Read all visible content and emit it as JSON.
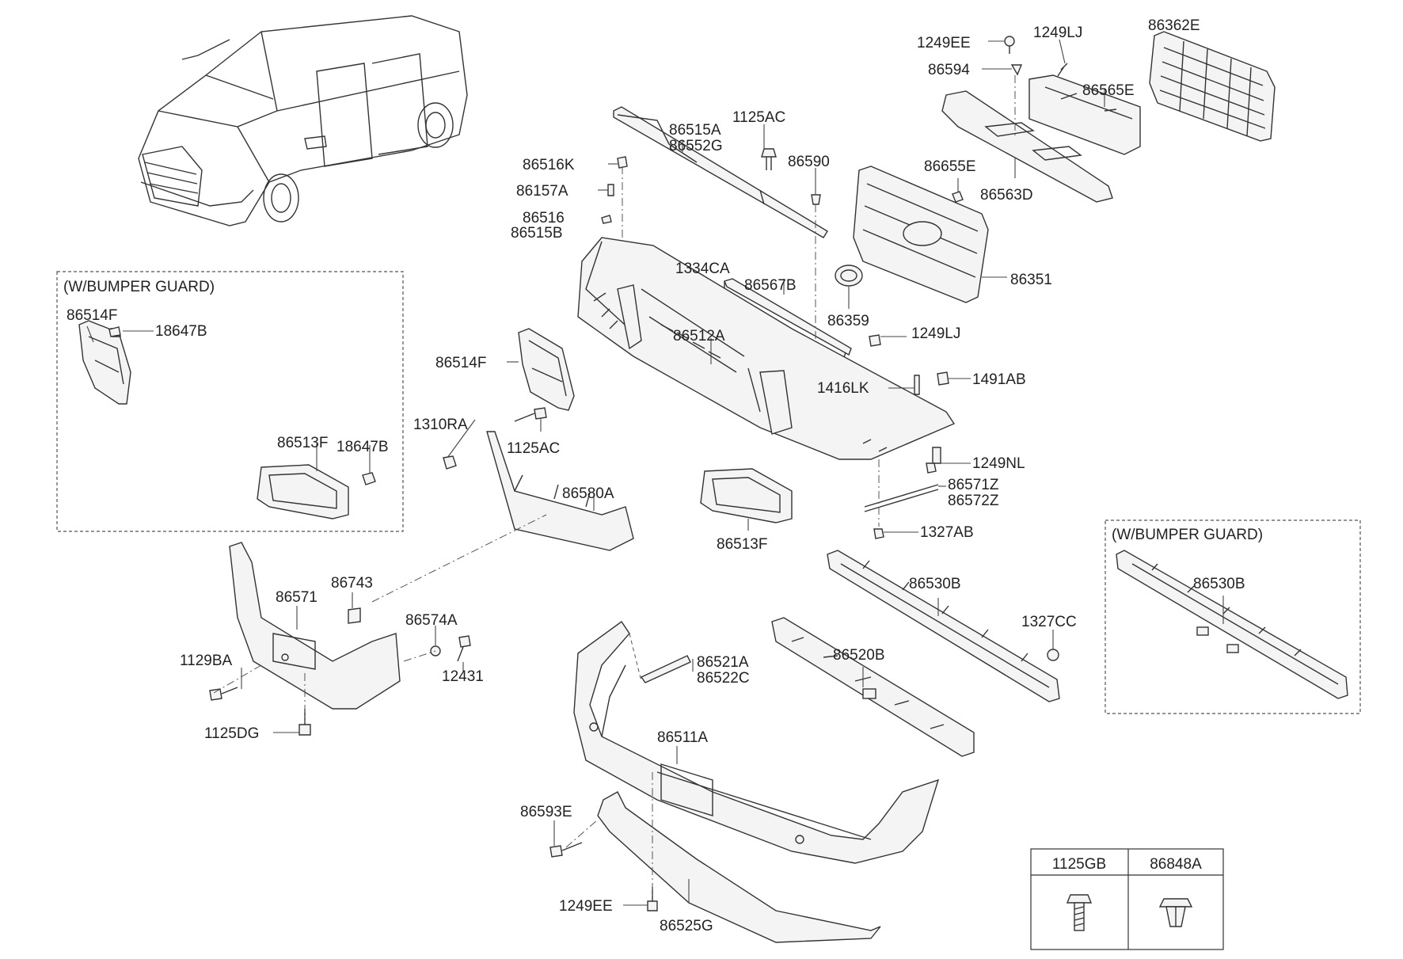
{
  "callouts": {
    "c_1249EE_top": "1249EE",
    "c_1249LJ_top": "1249LJ",
    "c_86362E": "86362E",
    "c_86594": "86594",
    "c_86565E": "86565E",
    "c_86515A": "86515A",
    "c_86552G": "86552G",
    "c_1125AC_top": "1125AC",
    "c_86590": "86590",
    "c_86655E": "86655E",
    "c_86563D": "86563D",
    "c_86516K": "86516K",
    "c_86157A": "86157A",
    "c_86516": "86516",
    "c_86515B": "86515B",
    "c_1334CA": "1334CA",
    "c_86567B": "86567B",
    "c_86351": "86351",
    "c_86359": "86359",
    "c_1249LJ_mid": "1249LJ",
    "c_86512A": "86512A",
    "c_86514F_main": "86514F",
    "c_1416LK": "1416LK",
    "c_1491AB": "1491AB",
    "c_1310RA": "1310RA",
    "c_1125AC_mid": "1125AC",
    "c_1249NL": "1249NL",
    "c_86571Z": "86571Z",
    "c_86572Z": "86572Z",
    "c_86580A": "86580A",
    "c_86513F_main": "86513F",
    "c_1327AB": "1327AB",
    "c_86530B_main": "86530B",
    "c_1327CC": "1327CC",
    "c_86530B_guard": "86530B",
    "c_86743": "86743",
    "c_86571": "86571",
    "c_86574A": "86574A",
    "c_12431": "12431",
    "c_1129BA": "1129BA",
    "c_1125DG": "1125DG",
    "c_86521A": "86521A",
    "c_86522C": "86522C",
    "c_86520B": "86520B",
    "c_86511A": "86511A",
    "c_86593E": "86593E",
    "c_1249EE_bottom": "1249EE",
    "c_86525G": "86525G",
    "c_86514F_guard": "86514F",
    "c_18647B_upper": "18647B",
    "c_86513F_guard": "86513F",
    "c_18647B_lower": "18647B"
  },
  "boxes": {
    "guard_left_title": "(W/BUMPER GUARD)",
    "guard_right_title": "(W/BUMPER GUARD)"
  },
  "legend_table": {
    "col1_header": "1125GB",
    "col2_header": "86848A",
    "col1_icon": "flange-bolt-icon",
    "col2_icon": "push-clip-icon"
  }
}
